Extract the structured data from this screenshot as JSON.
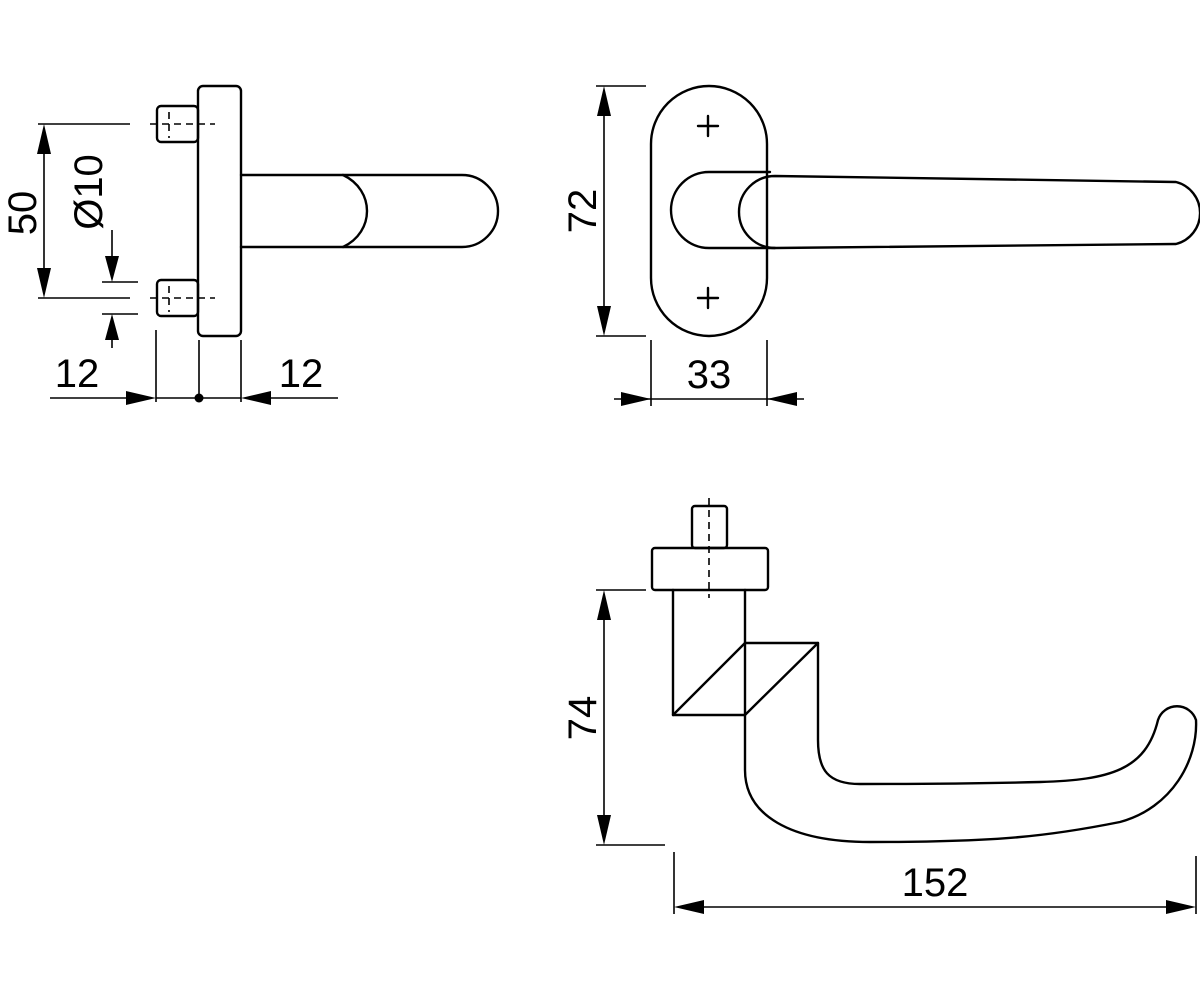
{
  "drawing": {
    "side_view": {
      "rose_spacing": "50",
      "spindle_diameter": "Ø10",
      "offset_left": "12",
      "offset_right": "12"
    },
    "front_view": {
      "rose_height": "72",
      "rose_width": "33"
    },
    "top_view": {
      "handle_projection": "74",
      "handle_length": "152"
    }
  }
}
